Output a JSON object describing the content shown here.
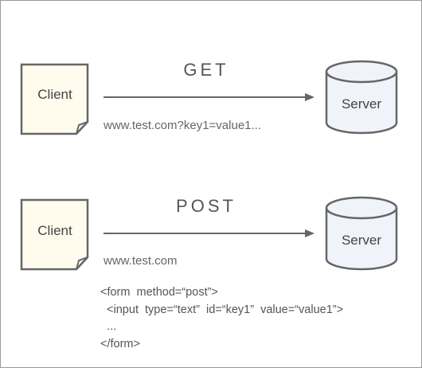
{
  "get_flow": {
    "client_label": "Client",
    "method": "GET",
    "url": "www.test.com?key1=value1...",
    "server_label": "Server"
  },
  "post_flow": {
    "client_label": "Client",
    "method": "POST",
    "url": "www.test.com",
    "server_label": "Server",
    "form_code": [
      "<form  method=“post”>",
      "  <input  type=“text”  id=“key1”  value=“value1”>",
      "  ...",
      "</form>"
    ]
  },
  "colors": {
    "document_fill": "#fffcee",
    "server_fill": "#f0f3fa",
    "stroke": "#666666",
    "text": "#444444"
  }
}
